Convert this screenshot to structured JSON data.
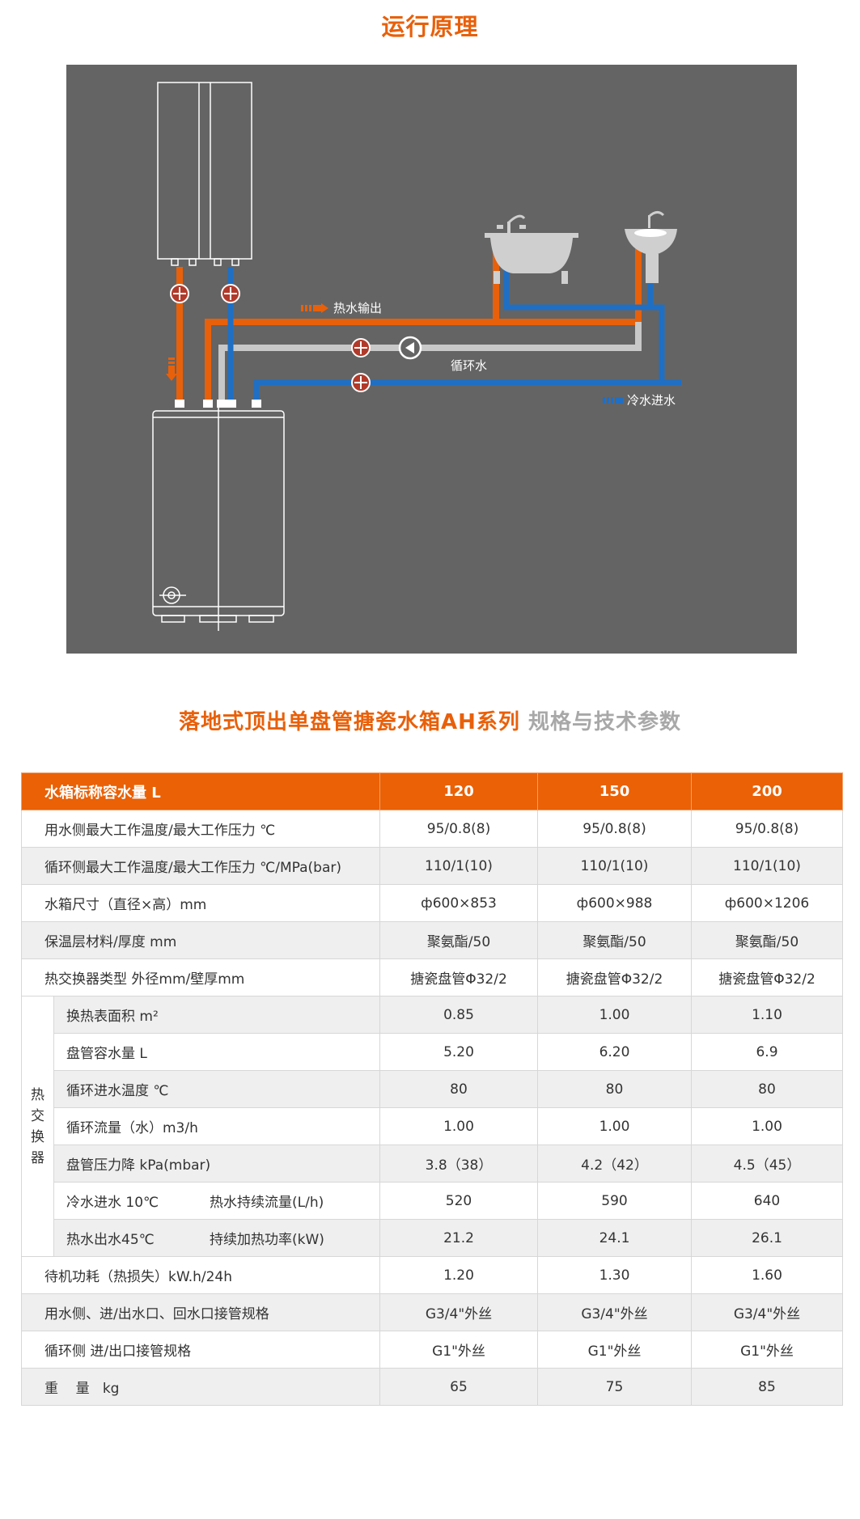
{
  "principle": {
    "title": "运行原理",
    "labels": {
      "hot_out": "热水输出",
      "circulation": "循环水",
      "cold_in": "冷水进水"
    }
  },
  "spec": {
    "title_main": "落地式顶出单盘管搪瓷水箱AH系列",
    "title_sub": "规格与技术参数",
    "header": [
      "水箱标称容水量 L",
      "120",
      "150",
      "200"
    ],
    "rows_top": [
      {
        "label": "用水侧最大工作温度/最大工作压力 ℃",
        "values": [
          "95/0.8(8)",
          "95/0.8(8)",
          "95/0.8(8)"
        ]
      },
      {
        "label": "循环侧最大工作温度/最大工作压力 ℃/MPa(bar)",
        "values": [
          "110/1(10)",
          "110/1(10)",
          "110/1(10)"
        ]
      },
      {
        "label": "水箱尺寸（直径×高）mm",
        "values": [
          "ф600×853",
          "ф600×988",
          "ф600×1206"
        ]
      },
      {
        "label": "保温层材料/厚度  mm",
        "values": [
          "聚氨酯/50",
          "聚氨酯/50",
          "聚氨酯/50"
        ]
      },
      {
        "label": "热交换器类型 外径mm/壁厚mm",
        "values": [
          "搪瓷盘管Φ32/2",
          "搪瓷盘管Φ32/2",
          "搪瓷盘管Φ32/2"
        ]
      }
    ],
    "group_label": [
      "热",
      "交",
      "换",
      "器"
    ],
    "rows_group": [
      {
        "label": "换热表面积  m²",
        "values": [
          "0.85",
          "1.00",
          "1.10"
        ]
      },
      {
        "label": "盘管容水量 L",
        "values": [
          "5.20",
          "6.20",
          "6.9"
        ]
      },
      {
        "label": "循环进水温度 ℃",
        "values": [
          "80",
          "80",
          "80"
        ]
      },
      {
        "label": "循环流量（水）m3/h",
        "values": [
          "1.00",
          "1.00",
          "1.00"
        ]
      },
      {
        "label": "盘管压力降  kPa(mbar)",
        "values": [
          "3.8（38）",
          "4.2（42）",
          "4.5（45）"
        ]
      },
      {
        "label_a": "冷水进水 10℃",
        "label_b": "热水持续流量(L/h)",
        "values": [
          "520",
          "590",
          "640"
        ]
      },
      {
        "label_a": "热水出水45℃",
        "label_b": "持续加热功率(kW)",
        "values": [
          "21.2",
          "24.1",
          "26.1"
        ]
      }
    ],
    "rows_bottom": [
      {
        "label": "待机功耗（热损失）kW.h/24h",
        "values": [
          "1.20",
          "1.30",
          "1.60"
        ]
      },
      {
        "label": "用水侧、进/出水口、回水口接管规格",
        "values": [
          "G3/4\"外丝",
          "G3/4\"外丝",
          "G3/4\"外丝"
        ]
      },
      {
        "label": "循环侧 进/出口接管规格",
        "values": [
          "G1\"外丝",
          "G1\"外丝",
          "G1\"外丝"
        ]
      },
      {
        "label": "重    量   kg",
        "values": [
          "65",
          "75",
          "85"
        ]
      }
    ]
  },
  "colors": {
    "accent": "#ea6106",
    "hot_pipe": "#e8600a",
    "cold_pipe": "#1f6fc4",
    "circ_pipe": "#c8c8c8",
    "diagram_bg": "#646464"
  }
}
